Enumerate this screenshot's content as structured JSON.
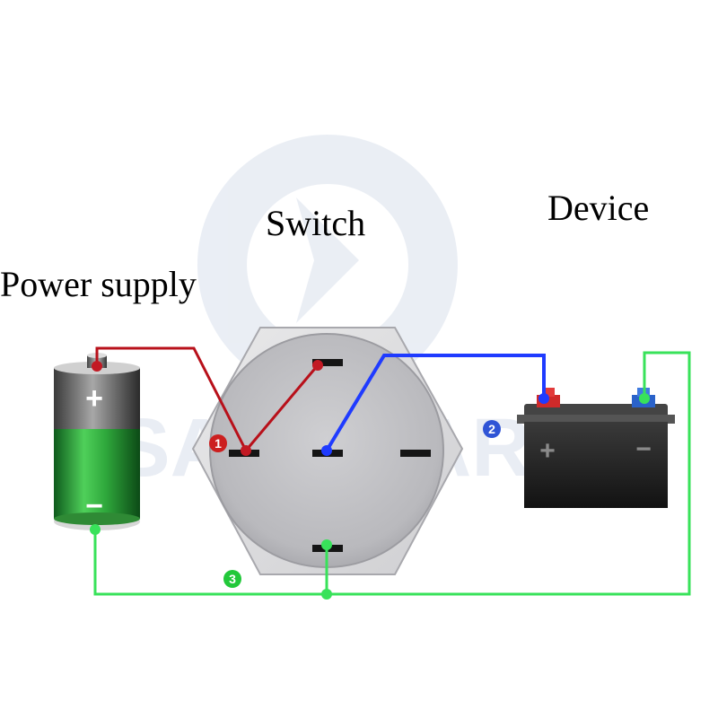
{
  "labels": {
    "power_supply": "Power supply",
    "switch": "Switch",
    "device": "Device"
  },
  "battery": {
    "plus": "+",
    "minus": "−"
  },
  "device_battery": {
    "plus": "+",
    "minus": "−"
  },
  "markers": [
    {
      "number": "1",
      "color": "#cc1f1f"
    },
    {
      "number": "2",
      "color": "#2f54d6"
    },
    {
      "number": "3",
      "color": "#22c83a"
    }
  ],
  "watermark": "SAN STAR",
  "wire_colors": {
    "red": "#b8101a",
    "blue": "#1f3bff",
    "green": "#38e25a"
  }
}
